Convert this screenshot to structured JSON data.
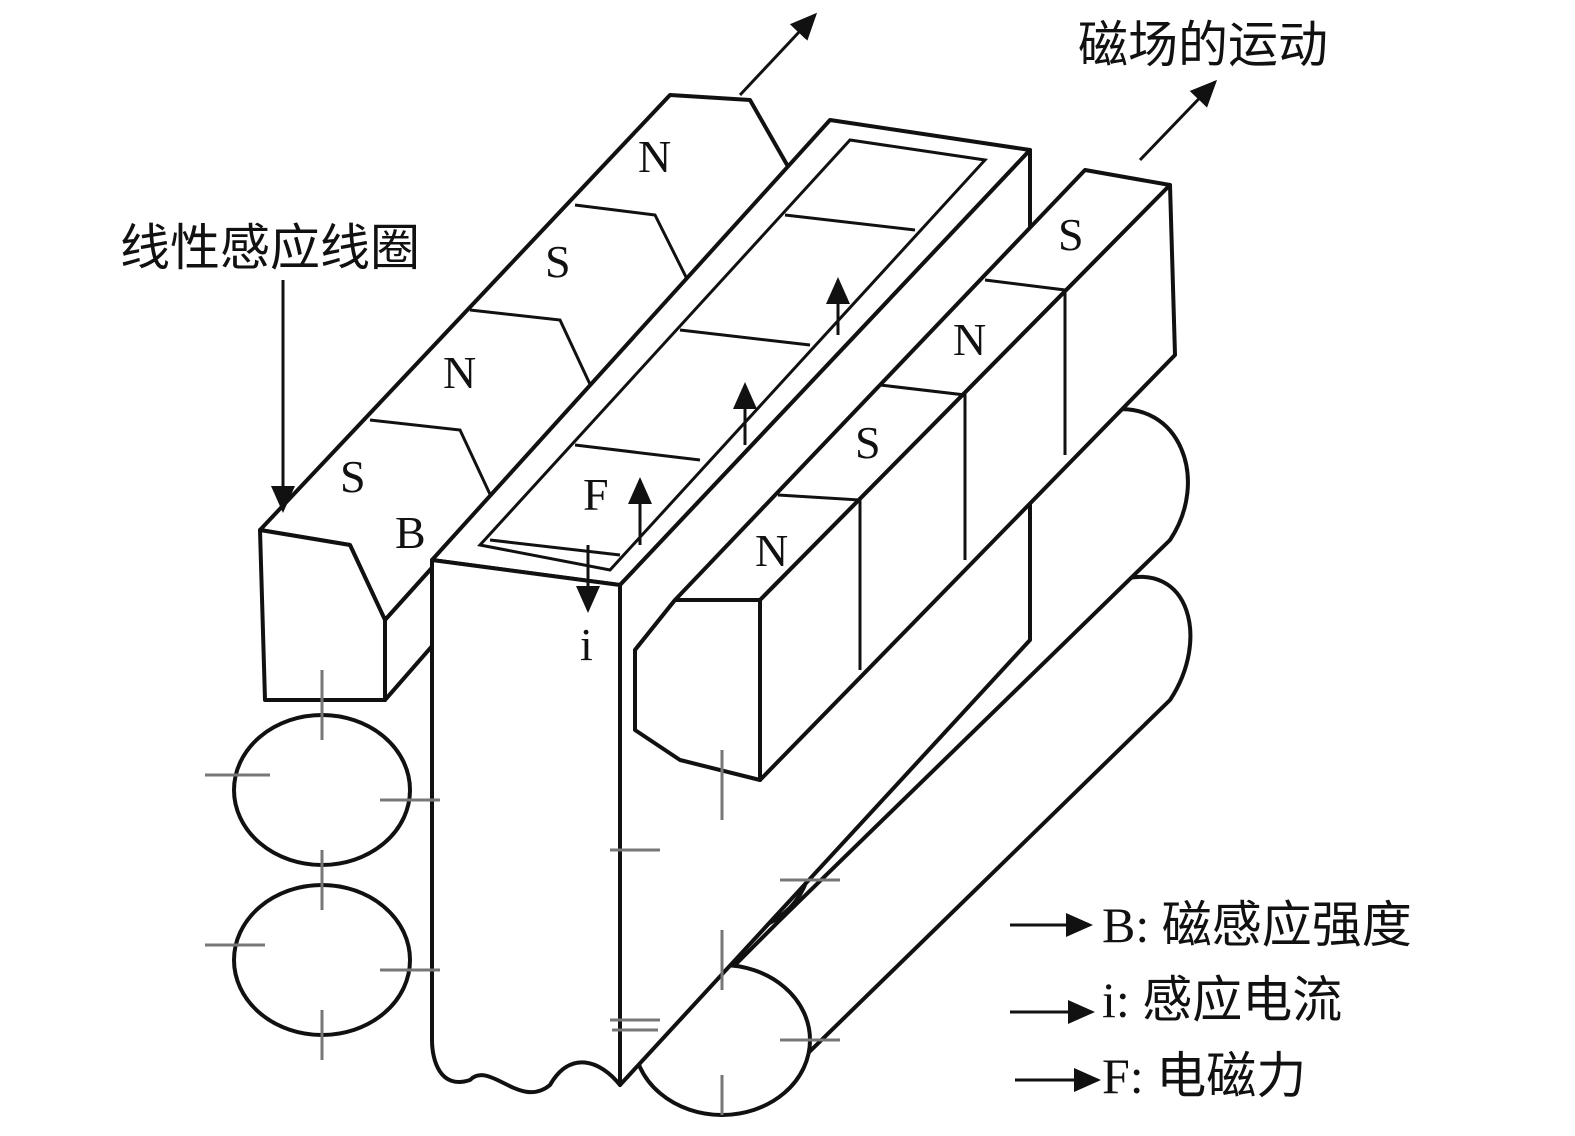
{
  "labels": {
    "coil": "线性感应线圈",
    "field_motion": "磁场的运动",
    "B": "B",
    "F": "F",
    "i": "i"
  },
  "left_magnets": [
    "S",
    "N",
    "S",
    "N"
  ],
  "right_magnets": [
    "N",
    "S",
    "N",
    "S"
  ],
  "legend": [
    {
      "label": "B: 磁感应强度"
    },
    {
      "label": "i: 感应电流"
    },
    {
      "label": "F: 电磁力"
    }
  ]
}
